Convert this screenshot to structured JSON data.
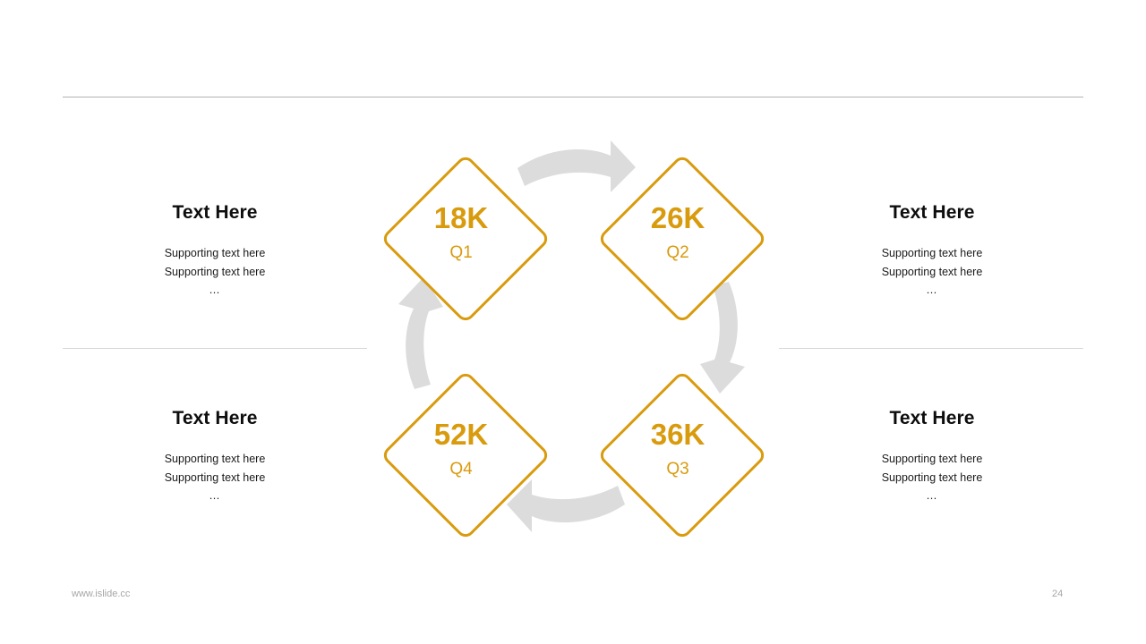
{
  "slide": {
    "page_number": "24",
    "website": "www.islide.cc",
    "accent_color": "#d99b0e",
    "arrow_color": "#dcdcdc",
    "rule_color": "#b3b3b3"
  },
  "text_blocks": [
    {
      "position": "top-left",
      "title": "Text Here",
      "line1": "Supporting text here",
      "line2": "Supporting text here",
      "ellipsis": "…"
    },
    {
      "position": "top-right",
      "title": "Text Here",
      "line1": "Supporting text here",
      "line2": "Supporting text here",
      "ellipsis": "…"
    },
    {
      "position": "bottom-left",
      "title": "Text Here",
      "line1": "Supporting text here",
      "line2": "Supporting text here",
      "ellipsis": "…"
    },
    {
      "position": "bottom-right",
      "title": "Text Here",
      "line1": "Supporting text here",
      "line2": "Supporting text here",
      "ellipsis": "…"
    }
  ],
  "chart_data": {
    "type": "diagram",
    "title": "",
    "shape": "diamond-cycle",
    "categories": [
      "Q1",
      "Q2",
      "Q3",
      "Q4"
    ],
    "values": [
      "18K",
      "26K",
      "36K",
      "52K"
    ],
    "nodes": [
      {
        "id": "q1",
        "value": "18K",
        "label": "Q1",
        "position": "top-left"
      },
      {
        "id": "q2",
        "value": "26K",
        "label": "Q2",
        "position": "top-right"
      },
      {
        "id": "q3",
        "value": "36K",
        "label": "Q3",
        "position": "bottom-right"
      },
      {
        "id": "q4",
        "value": "52K",
        "label": "Q4",
        "position": "bottom-left"
      }
    ],
    "connectors": [
      {
        "from": "q1",
        "to": "q2",
        "direction": "right"
      },
      {
        "from": "q2",
        "to": "q3",
        "direction": "down"
      },
      {
        "from": "q3",
        "to": "q4",
        "direction": "left"
      },
      {
        "from": "q4",
        "to": "q1",
        "direction": "up"
      }
    ],
    "legend": []
  },
  "icons": {
    "arrow_right": "arrow-right-curved-icon",
    "arrow_down": "arrow-down-curved-icon",
    "arrow_left": "arrow-left-curved-icon",
    "arrow_up": "arrow-up-curved-icon"
  }
}
